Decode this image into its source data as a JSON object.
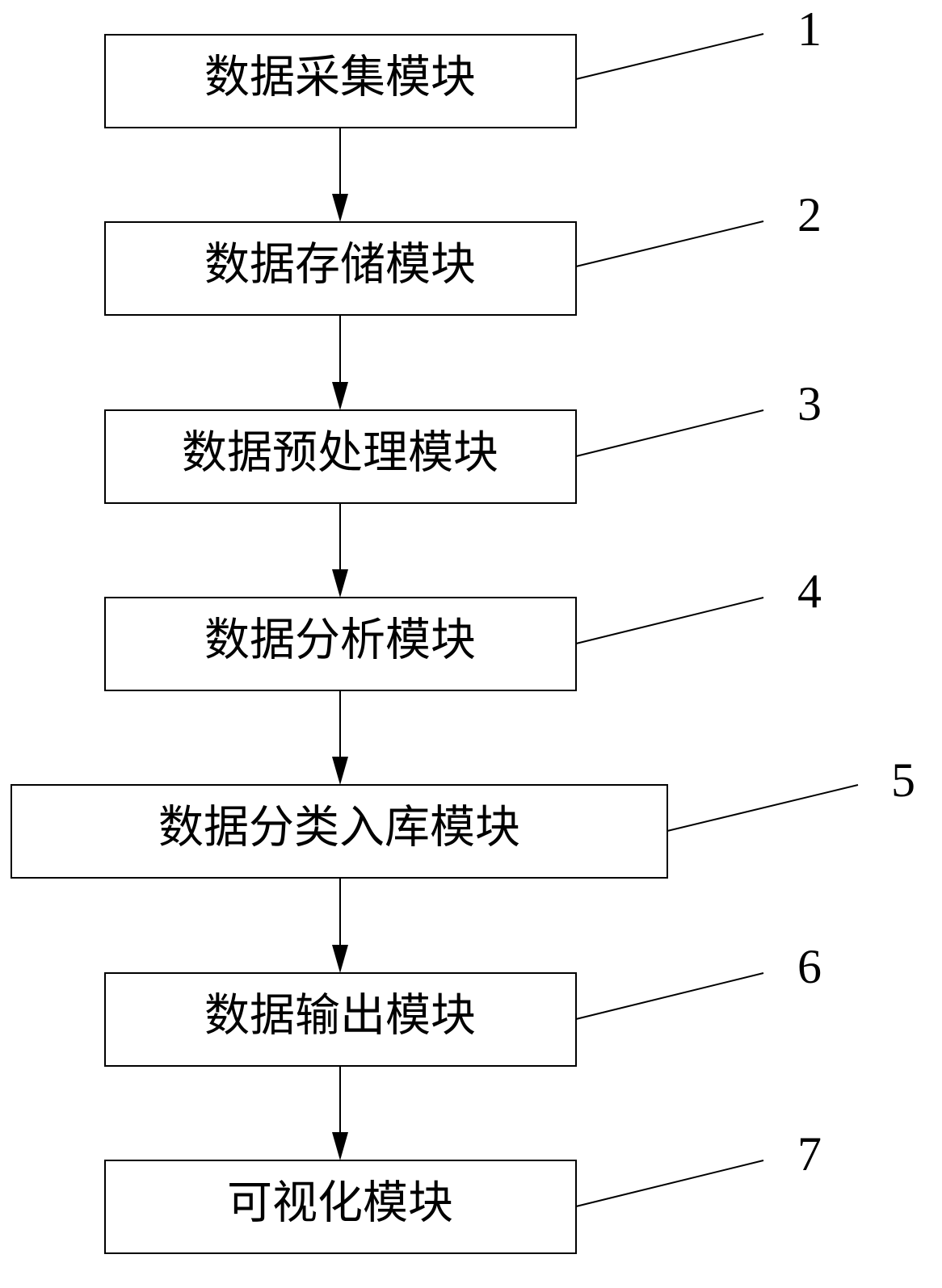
{
  "diagram": {
    "modules": [
      {
        "label": "数据采集模块",
        "ref": "1"
      },
      {
        "label": "数据存储模块",
        "ref": "2"
      },
      {
        "label": "数据预处理模块",
        "ref": "3"
      },
      {
        "label": "数据分析模块",
        "ref": "4"
      },
      {
        "label": "数据分类入库模块",
        "ref": "5"
      },
      {
        "label": "数据输出模块",
        "ref": "6"
      },
      {
        "label": "可视化模块",
        "ref": "7"
      }
    ]
  },
  "colors": {
    "line": "#000000",
    "background": "#ffffff"
  }
}
